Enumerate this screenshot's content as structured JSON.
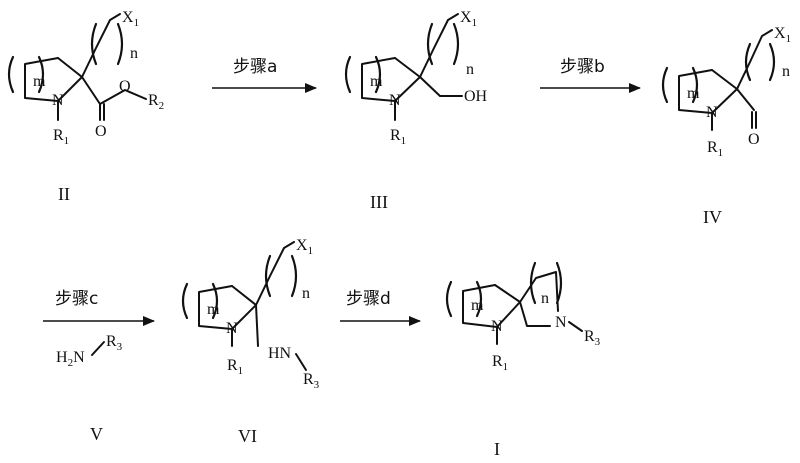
{
  "atoms": {
    "x": "X",
    "x_sub": "1",
    "r": "R",
    "r1_sub": "1",
    "r2_sub": "2",
    "r3_sub": "3",
    "n_index": "n",
    "m_index": "m",
    "N": "N",
    "O": "O",
    "OH": "OH",
    "HN": "HN",
    "H2N_H": "H",
    "H2N_2": "2",
    "H2N_N": "N"
  },
  "steps": {
    "a": "步骤a",
    "b": "步骤b",
    "c": "步骤c",
    "d": "步骤d"
  },
  "compounds": {
    "II": "II",
    "III": "III",
    "IV": "IV",
    "V": "V",
    "VI": "VI",
    "I": "I"
  }
}
